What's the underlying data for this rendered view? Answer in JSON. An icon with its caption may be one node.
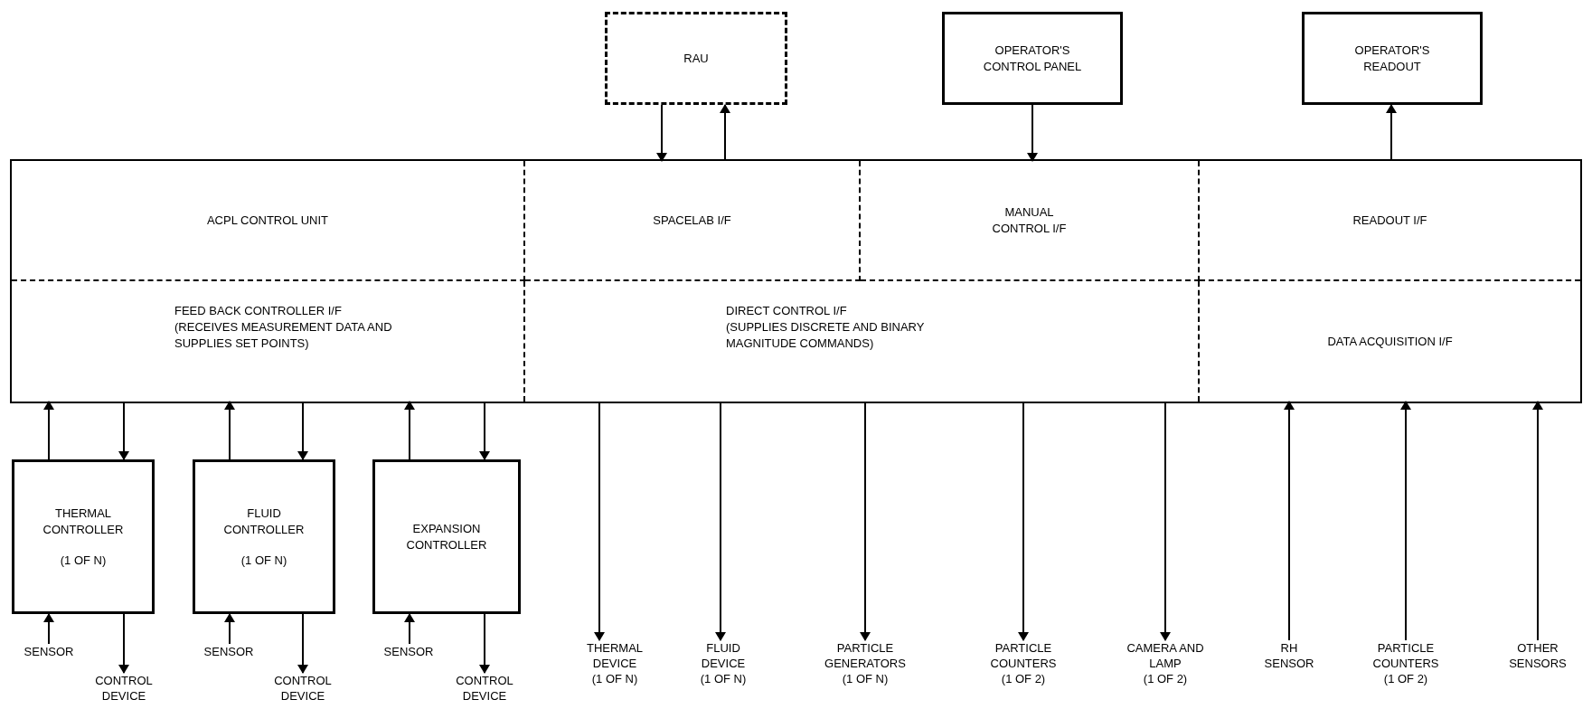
{
  "diagram": {
    "nodes": [
      {
        "text": [],
        "shape": "box"
      },
      {
        "text": [
          "ACPL CONTROL UNIT"
        ],
        "in": 0
      },
      {
        "text": [
          "SPACELAB I/F"
        ],
        "in": 0
      },
      {
        "text": [
          "MANUAL CONTROL I/F"
        ],
        "in": 0
      },
      {
        "text": [
          "READOUT I/F"
        ],
        "in": 0
      },
      {
        "text": [
          "FEED BACK CONTROLLER I/F",
          "(RECEIVES MEASUREMENT DATA AND SUPPLIES SET POINTS)"
        ],
        "in": 0
      },
      {
        "text": [
          "DIRECT CONTROL I/F",
          "(SUPPLIES DISCRETE AND BINARY MAGNITUDE COMMANDS)"
        ],
        "in": 0
      },
      {
        "text": [
          "DATA ACQUISITION I/F"
        ],
        "in": 0
      },
      {
        "text": [
          "RAU"
        ]
      },
      {
        "text": [
          "OPERATOR'S CONTROL PANEL"
        ]
      },
      {
        "text": [
          "OPERATOR'S READOUT"
        ]
      },
      {
        "text": [
          "THERMAL CONTROLLER",
          "(1 OF N)"
        ]
      },
      {
        "text": [
          "FLUID CONTROLLER",
          "(1 OF N)"
        ]
      },
      {
        "text": [
          "EXPANSION CONTROLLER"
        ]
      },
      {
        "text": [
          "SENSOR"
        ]
      },
      {
        "text": [
          "CONTROL DEVICE"
        ]
      },
      {
        "text": [
          "SENSOR"
        ]
      },
      {
        "text": [
          "CONTROL DEVICE"
        ]
      },
      {
        "text": [
          "SENSOR"
        ]
      },
      {
        "text": [
          "CONTROL DEVICE"
        ]
      },
      {
        "text": [
          "THERMAL DEVICE",
          "(1 OF N)"
        ]
      },
      {
        "text": [
          "FLUID DEVICE",
          "(1 OF N)"
        ]
      },
      {
        "text": [
          "PARTICLE GENERATORS",
          "(1 OF N)"
        ]
      },
      {
        "text": [
          "PARTICLE COUNTERS",
          "(1 OF 2)"
        ]
      },
      {
        "text": [
          "CAMERA AND LAMP",
          "(1 OF 2)"
        ]
      },
      {
        "text": [
          "RH SENSOR"
        ]
      },
      {
        "text": [
          "PARTICLE COUNTERS",
          "(1 OF 2)"
        ]
      },
      {
        "text": [
          "OTHER SENSORS"
        ]
      }
    ],
    "edges": [
      {
        "from": 8,
        "to": 2,
        "arrow": "to"
      },
      {
        "from": 2,
        "to": 8,
        "arrow": "to"
      },
      {
        "from": 9,
        "to": 3,
        "arrow": "to"
      },
      {
        "from": 4,
        "to": 10,
        "arrow": "to"
      },
      {
        "from": 11,
        "to": 5,
        "arrow": "to"
      },
      {
        "from": 5,
        "to": 11,
        "arrow": "to"
      },
      {
        "from": 12,
        "to": 5,
        "arrow": "to"
      },
      {
        "from": 5,
        "to": 12,
        "arrow": "to"
      },
      {
        "from": 13,
        "to": 5,
        "arrow": "to"
      },
      {
        "from": 5,
        "to": 13,
        "arrow": "to"
      },
      {
        "from": 14,
        "to": 11,
        "arrow": "to"
      },
      {
        "from": 11,
        "to": 15,
        "arrow": "to"
      },
      {
        "from": 16,
        "to": 12,
        "arrow": "to"
      },
      {
        "from": 12,
        "to": 17,
        "arrow": "to"
      },
      {
        "from": 18,
        "to": 13,
        "arrow": "to"
      },
      {
        "from": 13,
        "to": 19,
        "arrow": "to"
      },
      {
        "from": 6,
        "to": 20,
        "arrow": "to"
      },
      {
        "from": 6,
        "to": 21,
        "arrow": "to"
      },
      {
        "from": 6,
        "to": 22,
        "arrow": "to"
      },
      {
        "from": 6,
        "to": 23,
        "arrow": "to"
      },
      {
        "from": 6,
        "to": 24,
        "arrow": "to"
      },
      {
        "from": 25,
        "to": 7,
        "arrow": "to"
      },
      {
        "from": 26,
        "to": 7,
        "arrow": "to"
      },
      {
        "from": 27,
        "to": 7,
        "arrow": "to"
      }
    ]
  }
}
